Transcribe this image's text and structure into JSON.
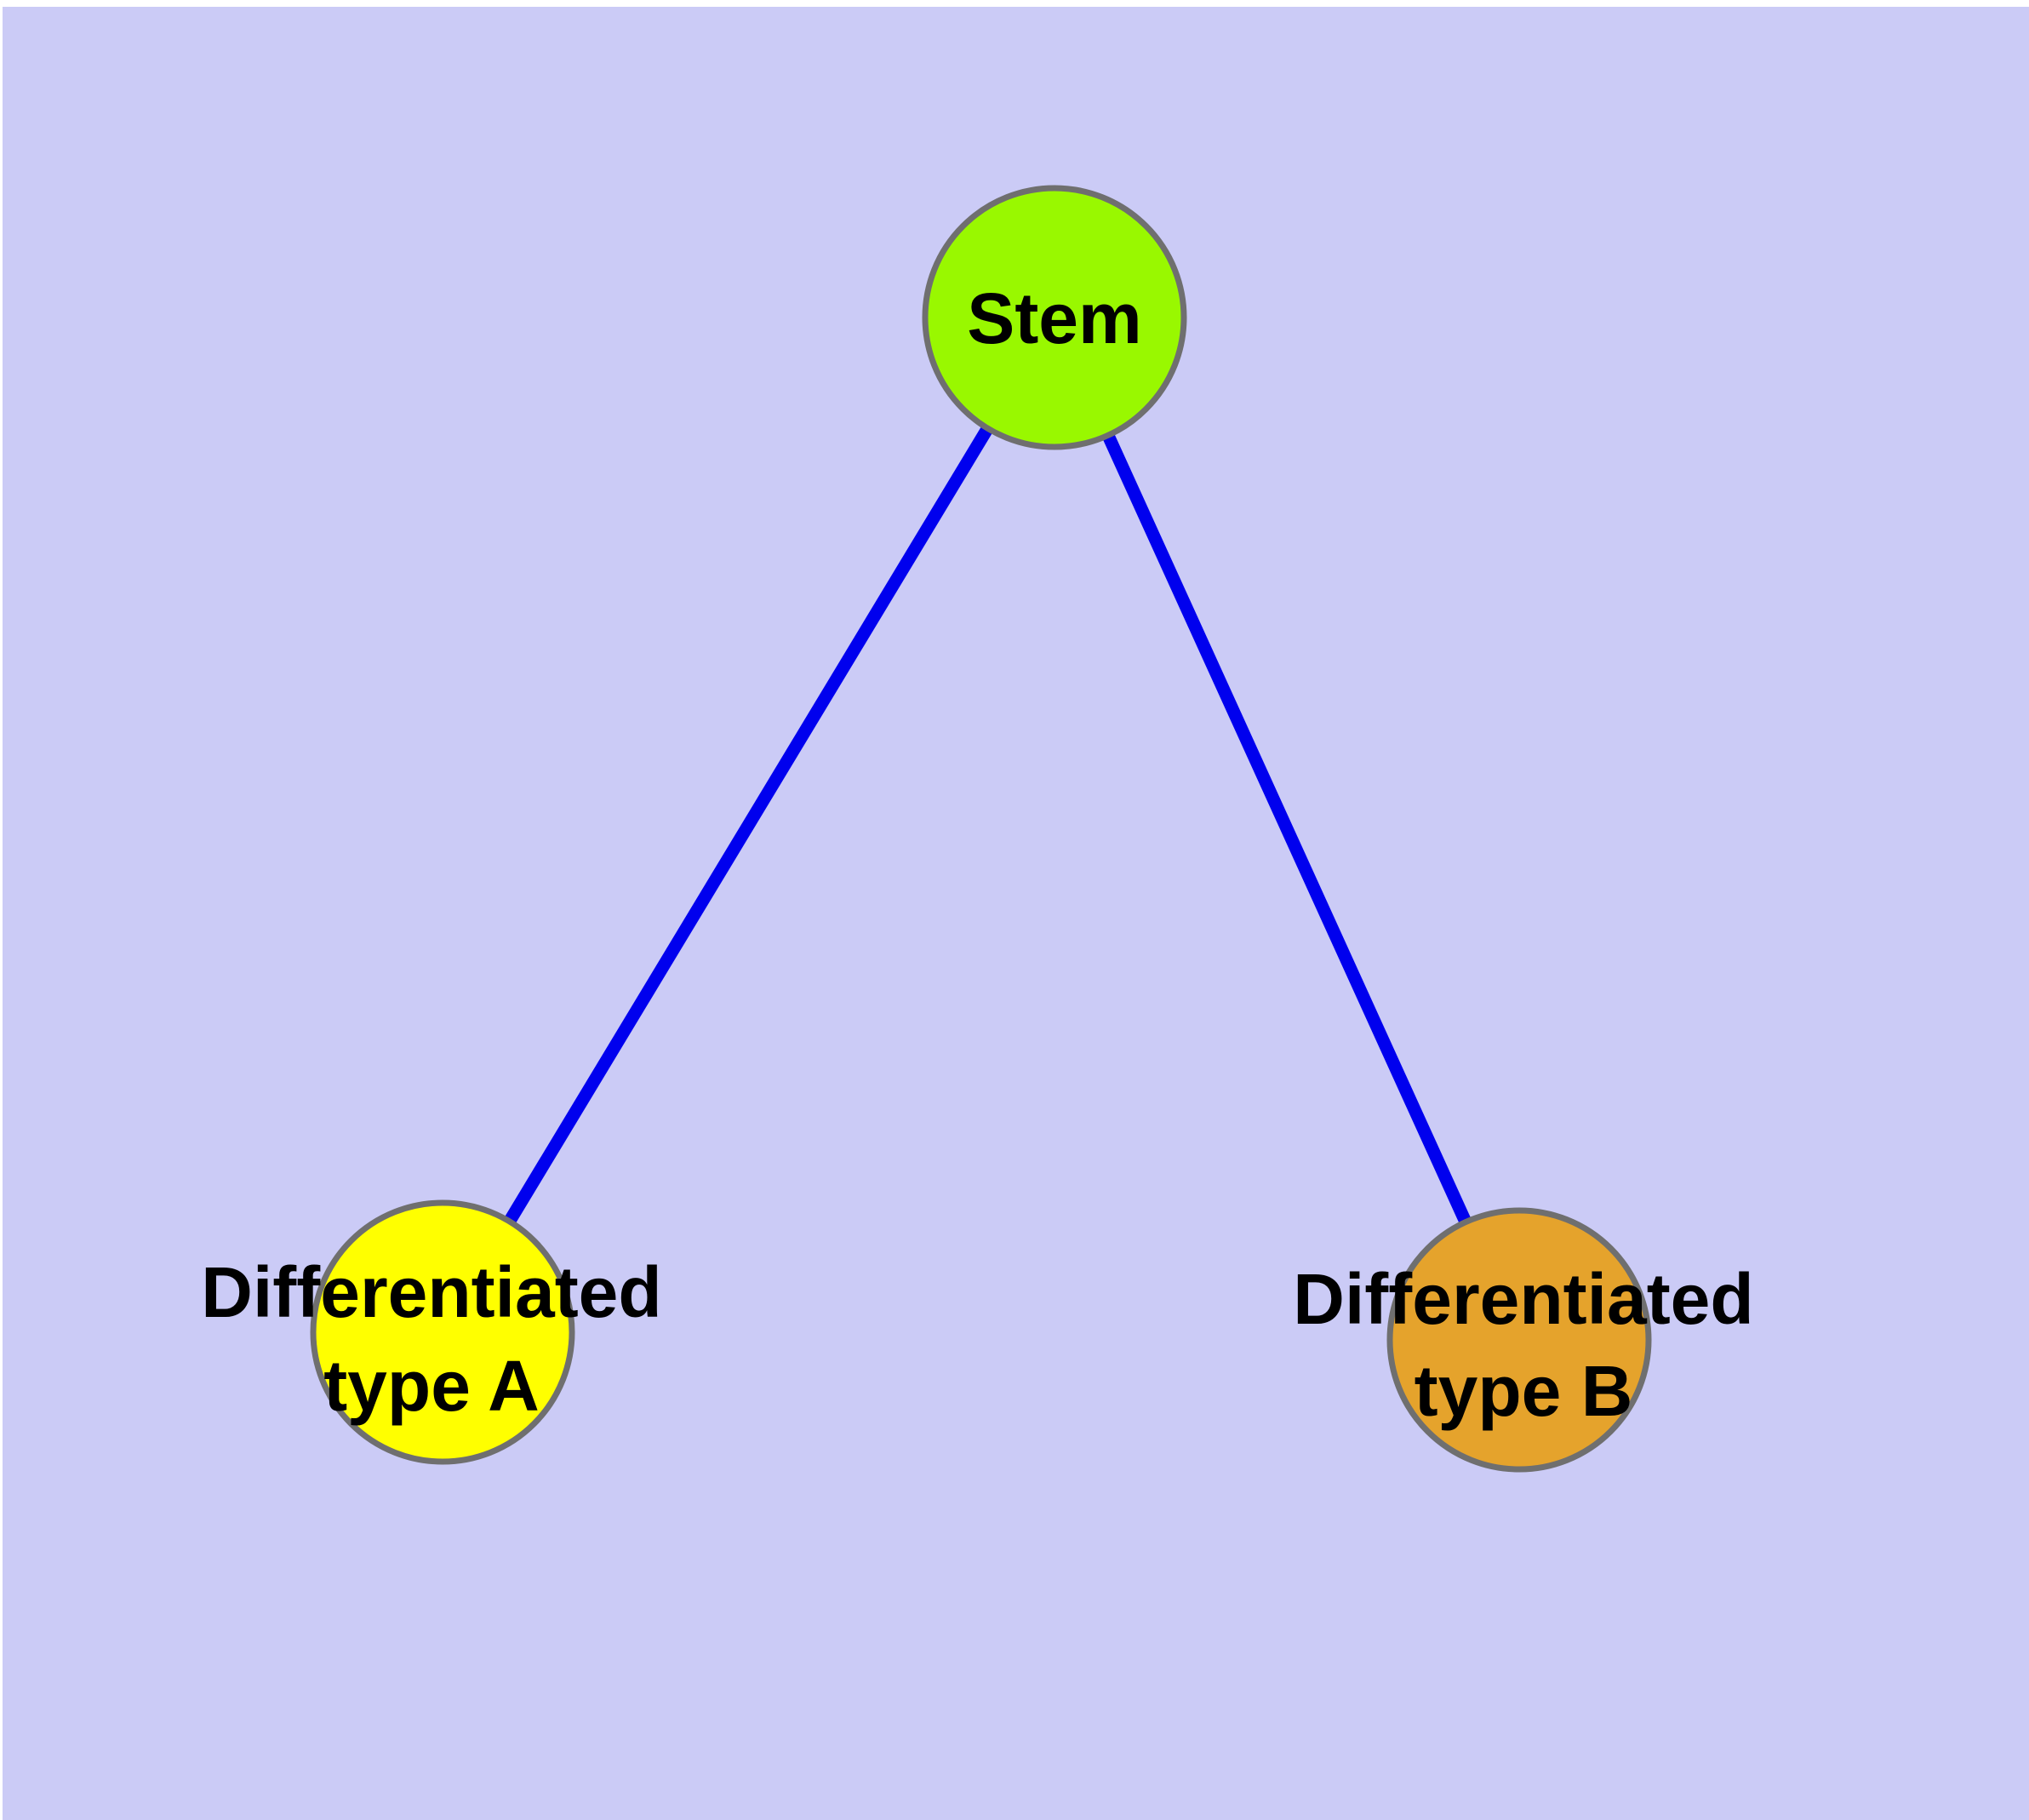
{
  "colors": {
    "page_margin": "#FFFFFF",
    "background": "#CBCBF6",
    "edge": "#0000EE",
    "node_border": "#6F6F6F",
    "label_text": "#000000"
  },
  "diagram": {
    "nodes": [
      {
        "id": "stem",
        "label_lines": [
          "Stem"
        ],
        "color": "#99F800"
      },
      {
        "id": "differentiated-type-a",
        "label_lines": [
          "Differentiated",
          "type A"
        ],
        "color": "#FFFF00"
      },
      {
        "id": "differentiated-type-b",
        "label_lines": [
          "Differentiated",
          "type B"
        ],
        "color": "#E5A32C"
      }
    ],
    "edges": [
      {
        "from": "stem",
        "to": "differentiated-type-a"
      },
      {
        "from": "stem",
        "to": "differentiated-type-b"
      }
    ]
  }
}
